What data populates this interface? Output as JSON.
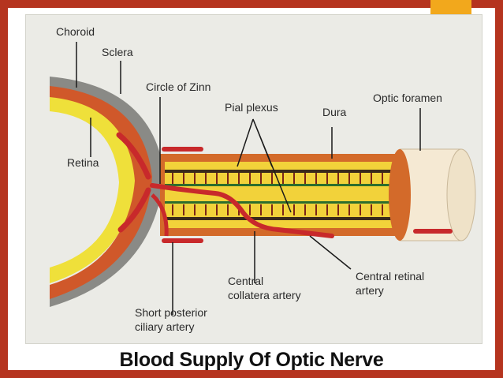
{
  "labels": {
    "choroid": "Choroid",
    "sclera": "Sclera",
    "retina": "Retina",
    "circle_of_zinn": "Circle of Zinn",
    "pial_plexus": "Pial plexus",
    "dura": "Dura",
    "optic_foramen": "Optic foramen",
    "central_collatera_line1": "Central",
    "central_collatera_line2": "collatera artery",
    "central_retinal_line1": "Central retinal",
    "central_retinal_line2": "artery",
    "short_posterior_line1": "Short posterior",
    "short_posterior_line2": "ciliary artery"
  },
  "title": "Blood Supply Of Optic Nerve",
  "colors": {
    "border": "#b5341f",
    "accent": "#f2a81c",
    "sclera": "#8a8a86",
    "choroid": "#d0582a",
    "retina": "#efe03a",
    "vessel": "#c8292b",
    "nerve_core": "#f2d23a",
    "dura": "#d36a2a",
    "foramen": "#f5e9d3"
  }
}
